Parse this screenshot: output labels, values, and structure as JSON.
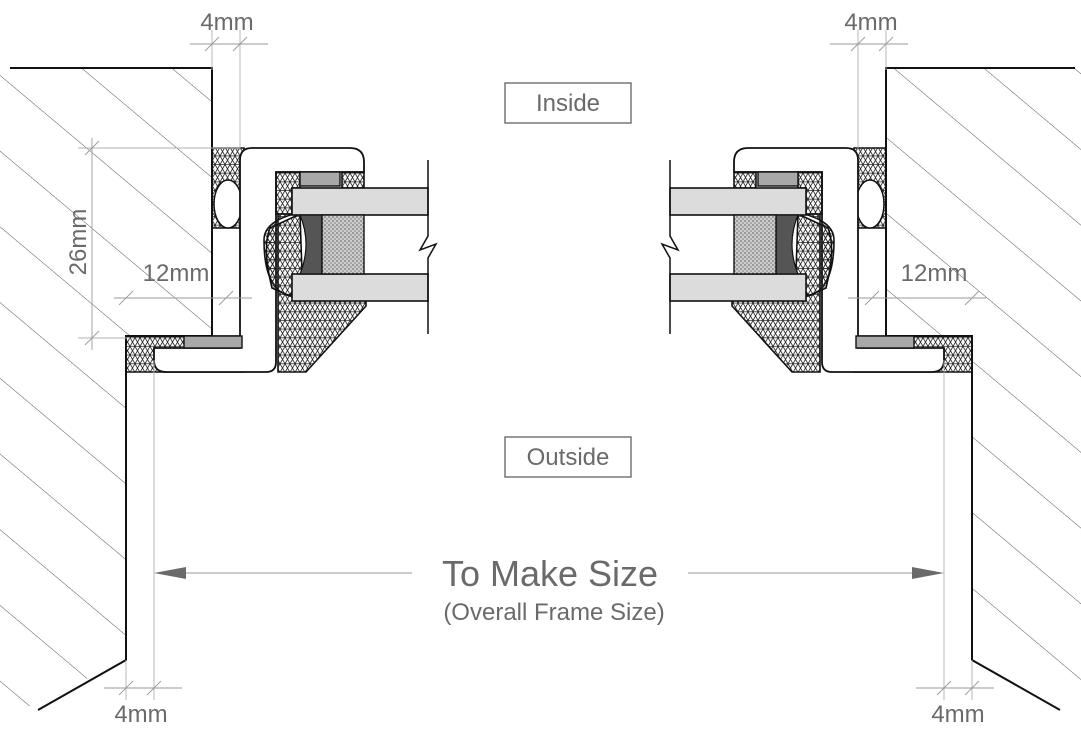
{
  "labels": {
    "inside": "Inside",
    "outside": "Outside",
    "to_make_size": "To Make Size",
    "overall_frame_size": "(Overall Frame Size)"
  },
  "dimensions": {
    "top_left_gap": "4mm",
    "top_right_gap": "4mm",
    "left_frame_depth": "26mm",
    "left_reveal": "12mm",
    "right_reveal": "12mm",
    "bottom_left_gap": "4mm",
    "bottom_right_gap": "4mm"
  },
  "colors": {
    "line": "#111111",
    "dimension_text": "#6a6a6a",
    "glass": "#dcdcdc",
    "packer": "#a8a8a8",
    "seal": "#555555"
  }
}
